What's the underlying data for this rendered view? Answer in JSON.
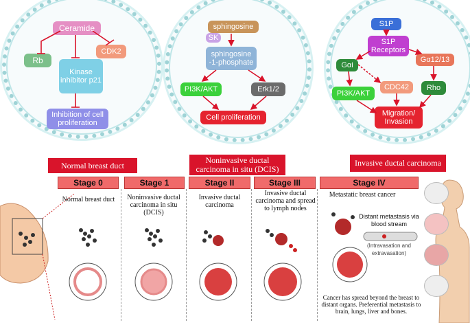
{
  "panel1": {
    "ceramide": "Ceramide",
    "rb": "Rb",
    "cdk2": "CDK2",
    "kinase_inhibitor": "Kinase inhibitor p21",
    "inhibition": "Inhibition of cell proliferation"
  },
  "panel2": {
    "sphingosine": "sphingosine",
    "sk": "SK",
    "s1p_full": "sphingosine -1-phosphate",
    "pi3k": "PI3K/AKT",
    "erk": "Erk1/2",
    "proliferation": "Cell proliferation"
  },
  "panel3": {
    "s1p": "S1P",
    "s1p_receptors": "S1P Receptors",
    "gai": "Gαi",
    "ga1213": "Gα12/13",
    "pi3k": "PI3K/AKT",
    "cdc42": "CDC42",
    "rho": "Rho",
    "migration": "Migration/ Invasion"
  },
  "banners": {
    "normal": "Normal breast duct",
    "dcis": "Noninvasive ductal carcinoma in situ (DCIS)",
    "invasive": "Invasive ductal carcinoma"
  },
  "stages": [
    {
      "title": "Stage 0",
      "desc": "Normal breast duct"
    },
    {
      "title": "Stage 1",
      "desc": "Noninvasive ductal carcinoma in situ (DCIS)"
    },
    {
      "title": "Stage II",
      "desc": "Invasive ductal carcinoma"
    },
    {
      "title": "Stage III",
      "desc": "Invasive ductal carcinoma  and spread to lymph nodes"
    },
    {
      "title": "Stage IV",
      "desc": "Metastatic breast cancer"
    }
  ],
  "metastasis": {
    "via": "Distant metastasis via blood stream",
    "paren": "(Intravasation and extravasation)",
    "footer": "Cancer has spread beyond the breast to distant organs. Preferential metastasis to brain, lungs, liver and bones."
  },
  "colors": {
    "ceramide": "#e58fc4",
    "rb": "#7cc08a",
    "cdk2": "#f29a7c",
    "p21": "#7fd0e6",
    "inhibition": "#8f8fe8",
    "sphingosine": "#c8945a",
    "sk": "#c9a3e6",
    "s1p_box": "#8fb4d8",
    "pi3k": "#3bd13b",
    "erk": "#6b6b6b",
    "red": "#e5232f",
    "s1p_blue": "#3a6fd8",
    "receptors": "#c03fd0",
    "gai": "#2e8b3a",
    "ga1213": "#e8765a",
    "cdc42": "#f29a7c",
    "rho": "#2e8b3a",
    "stage": "#f06a6a",
    "banner": "#d9142b"
  }
}
